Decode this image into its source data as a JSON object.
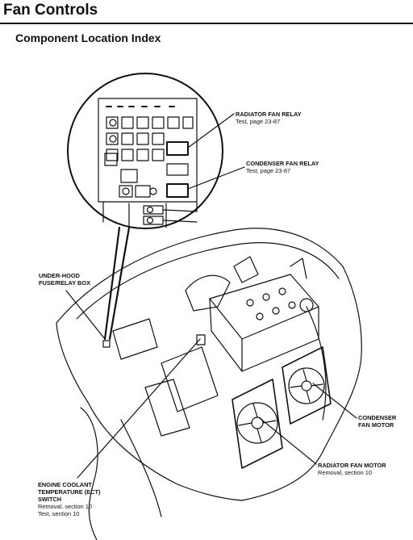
{
  "header": {
    "title": "Fan Controls",
    "subtitle": "Component Location Index"
  },
  "callouts": {
    "radiator_fan_relay": {
      "name": "RADIATOR FAN RELAY",
      "ref": "Test, page 23-87"
    },
    "condenser_fan_relay": {
      "name": "CONDENSER FAN RELAY",
      "ref": "Test, page 23-87"
    },
    "relay_box": {
      "line1": "UNDER-HOOD",
      "line2": "FUSE/RELAY BOX"
    },
    "condenser_fan_motor": {
      "line1": "CONDENSER",
      "line2": "FAN MOTOR"
    },
    "radiator_fan_motor": {
      "name": "RADIATOR FAN MOTOR",
      "ref": "Removal, section 10"
    },
    "ect_switch": {
      "line1": "ENGINE COOLANT",
      "line2": "TEMPERATURE (ECT)",
      "line3": "SWITCH",
      "ref1": "Removal, section 10",
      "ref2": "Test, section 10"
    }
  }
}
